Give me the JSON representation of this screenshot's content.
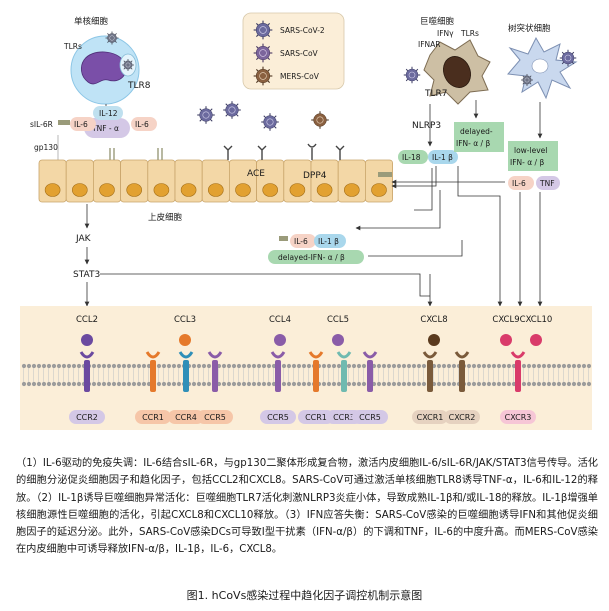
{
  "legend": {
    "items": [
      {
        "label": "SARS-CoV-2",
        "color": "#6b6a9e"
      },
      {
        "label": "SARS-CoV",
        "color": "#5d7d9a"
      },
      {
        "label": "MERS-CoV",
        "color": "#8a6040"
      }
    ]
  },
  "cells": {
    "monocyte": "单核细胞",
    "macrophage": "巨噬细胞",
    "dendritic": "树突状细胞",
    "epithelial": "上皮细胞"
  },
  "labels": {
    "tlrs": "TLRs",
    "tlr8": "TLR8",
    "tlr7": "TLR7",
    "ifngr": "IFNγ",
    "ifnar": "IFNAR",
    "nlrp3": "NLRP3",
    "sil6r": "sIL-6R",
    "il6": "IL-6",
    "il12": "IL-12",
    "tnfa": "TNF - α",
    "gp130": "gp130",
    "ace": "ACE",
    "dpp4": "DPP4",
    "il18": "IL-18",
    "il1b": "IL-1 β",
    "delayed_ifn_1": "delayed-",
    "delayed_ifn_2": "IFN- α / β",
    "lowlevel_1": "low-level",
    "lowlevel_2": "IFN- α / β",
    "tnf": "TNF",
    "delayed_ifn_full": "delayed-IFN- α / β",
    "jak": "JAK",
    "stat3": "STAT3"
  },
  "chemokines": [
    "CCL2",
    "CCL3",
    "CCL4",
    "CCL5",
    "CXCL8",
    "CXCL9",
    "CXCL10"
  ],
  "receptors": [
    "CCR2",
    "CCR1",
    "CCR4",
    "CCR5",
    "CCR5",
    "CCR1",
    "CCR3",
    "CCR5",
    "CXCR1",
    "CXCR2",
    "CXCR3"
  ],
  "colors": {
    "epithelium": "#f3d7a6",
    "nucleus": "#e2a131",
    "membrane_panel": "#fbeed8",
    "il6_box": "#f6d3c6",
    "il1b_box": "#a9d7ec",
    "il12_box": "#bfe0ef",
    "ifn_box": "#a8d8b0",
    "monocyte_halo": "#bfe3f6",
    "nucleus_purple": "#7a4fa8"
  },
  "caption": "（1）IL-6驱动的免疫失调：IL-6结合sIL-6R，与gp130二聚体形成复合物，激活内皮细胞IL-6/sIL-6R/JAK/STAT3信号传导。活化的细胞分泌促炎细胞因子和趋化因子，包括CCL2和CXCL8。SARS-CoV可通过激活单核细胞TLR8诱导TNF-α，IL-6和IL-12的释放。（2）IL-1β诱导巨噬细胞异常活化：巨噬细胞TLR7活化刺激NLRP3炎症小体，导致成熟IL-1β和/或IL-18的释放。IL-1β增强单核细胞源性巨噬细胞的活化，引起CXCL8和CXCL10释放。（3）IFN应答失衡：SARS-CoV感染的巨噬细胞诱导IFN和其他促炎细胞因子的延迟分泌。此外，SARS-CoV感染DCs可导致I型干扰素（IFN-α/β）的下调和TNF，IL-6的中度升高。而MERS-CoV感染在内皮细胞中可诱导释放IFN-α/β，IL-1β，IL-6，CXCL8。",
  "figure_title": "图1. hCoVs感染过程中趋化因子调控机制示意图"
}
